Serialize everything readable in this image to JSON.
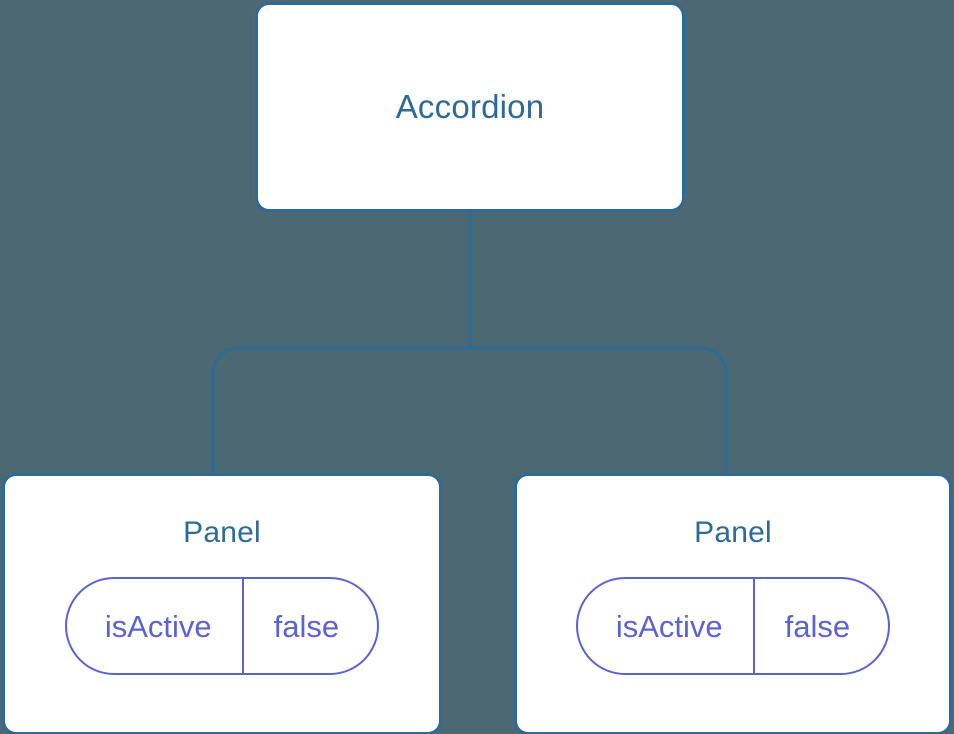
{
  "diagram": {
    "type": "component-tree",
    "background_color": "#4c6872",
    "node_border_color": "#2d6a97",
    "node_text_color": "#2d6a97",
    "edge_color": "#2d6a97",
    "pill_color": "#5b62d8",
    "root": {
      "label": "Accordion"
    },
    "children": [
      {
        "label": "Panel",
        "state": {
          "key": "isActive",
          "value": "false"
        }
      },
      {
        "label": "Panel",
        "state": {
          "key": "isActive",
          "value": "false"
        }
      }
    ]
  }
}
